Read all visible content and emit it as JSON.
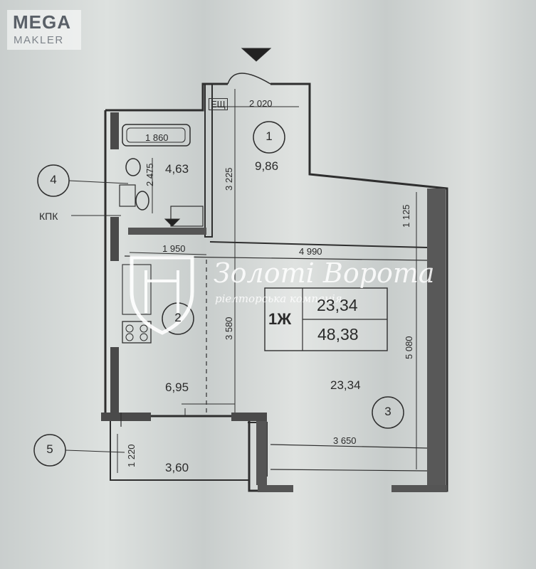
{
  "logo": {
    "line1": "MEGA",
    "line2": "MAKLER"
  },
  "watermark": {
    "name": "Золоті Ворота",
    "tagline": "ріелторська компанія"
  },
  "unit": {
    "type": "1Ж",
    "living_area": "23,34",
    "total_area": "48,38"
  },
  "rooms": [
    {
      "number": "1",
      "area": "9,86"
    },
    {
      "number": "2",
      "area": "6,95"
    },
    {
      "number": "3",
      "area": "23,34"
    },
    {
      "number": "4",
      "area": "4,63"
    },
    {
      "number": "5",
      "area": "3,60"
    }
  ],
  "dimensions": {
    "hall_width": "2 020",
    "bath_length": "1 860",
    "bath_depth": "2 475",
    "hall_depth": "3 225",
    "upper_offset": "1 125",
    "kitchen_width": "1 950",
    "room_width": "4 990",
    "kitchen_depth": "3 580",
    "room_depth": "5 080",
    "balcony_depth": "1 220",
    "room_bottom_width": "3 650"
  },
  "labels": {
    "shaft": "ЕЩ",
    "kpk": "КПК"
  }
}
